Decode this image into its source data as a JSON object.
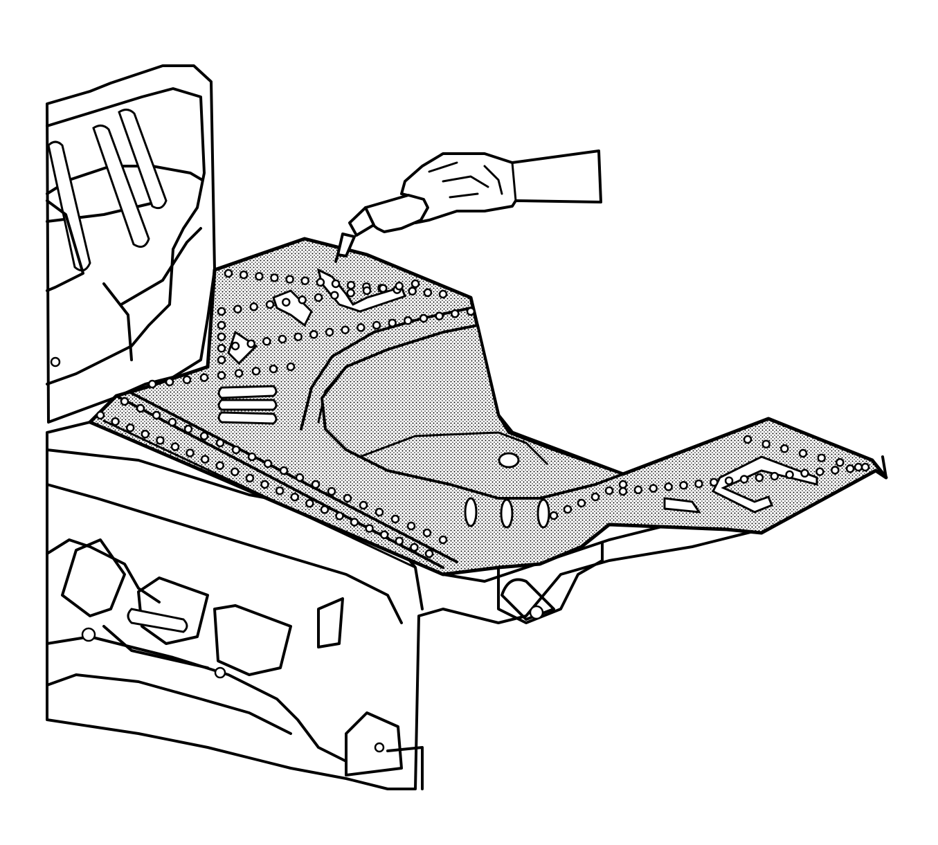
{
  "illustration": {
    "background_color": "#ffffff",
    "line_color": "#000000",
    "shading_color": "#000000",
    "components": [
      "rear-compartment-panel",
      "rear-floor-panel",
      "rear-crossmember",
      "left-rear-wheelhouse",
      "spot-welds",
      "gloved-hand",
      "mig-welder-torch"
    ]
  }
}
